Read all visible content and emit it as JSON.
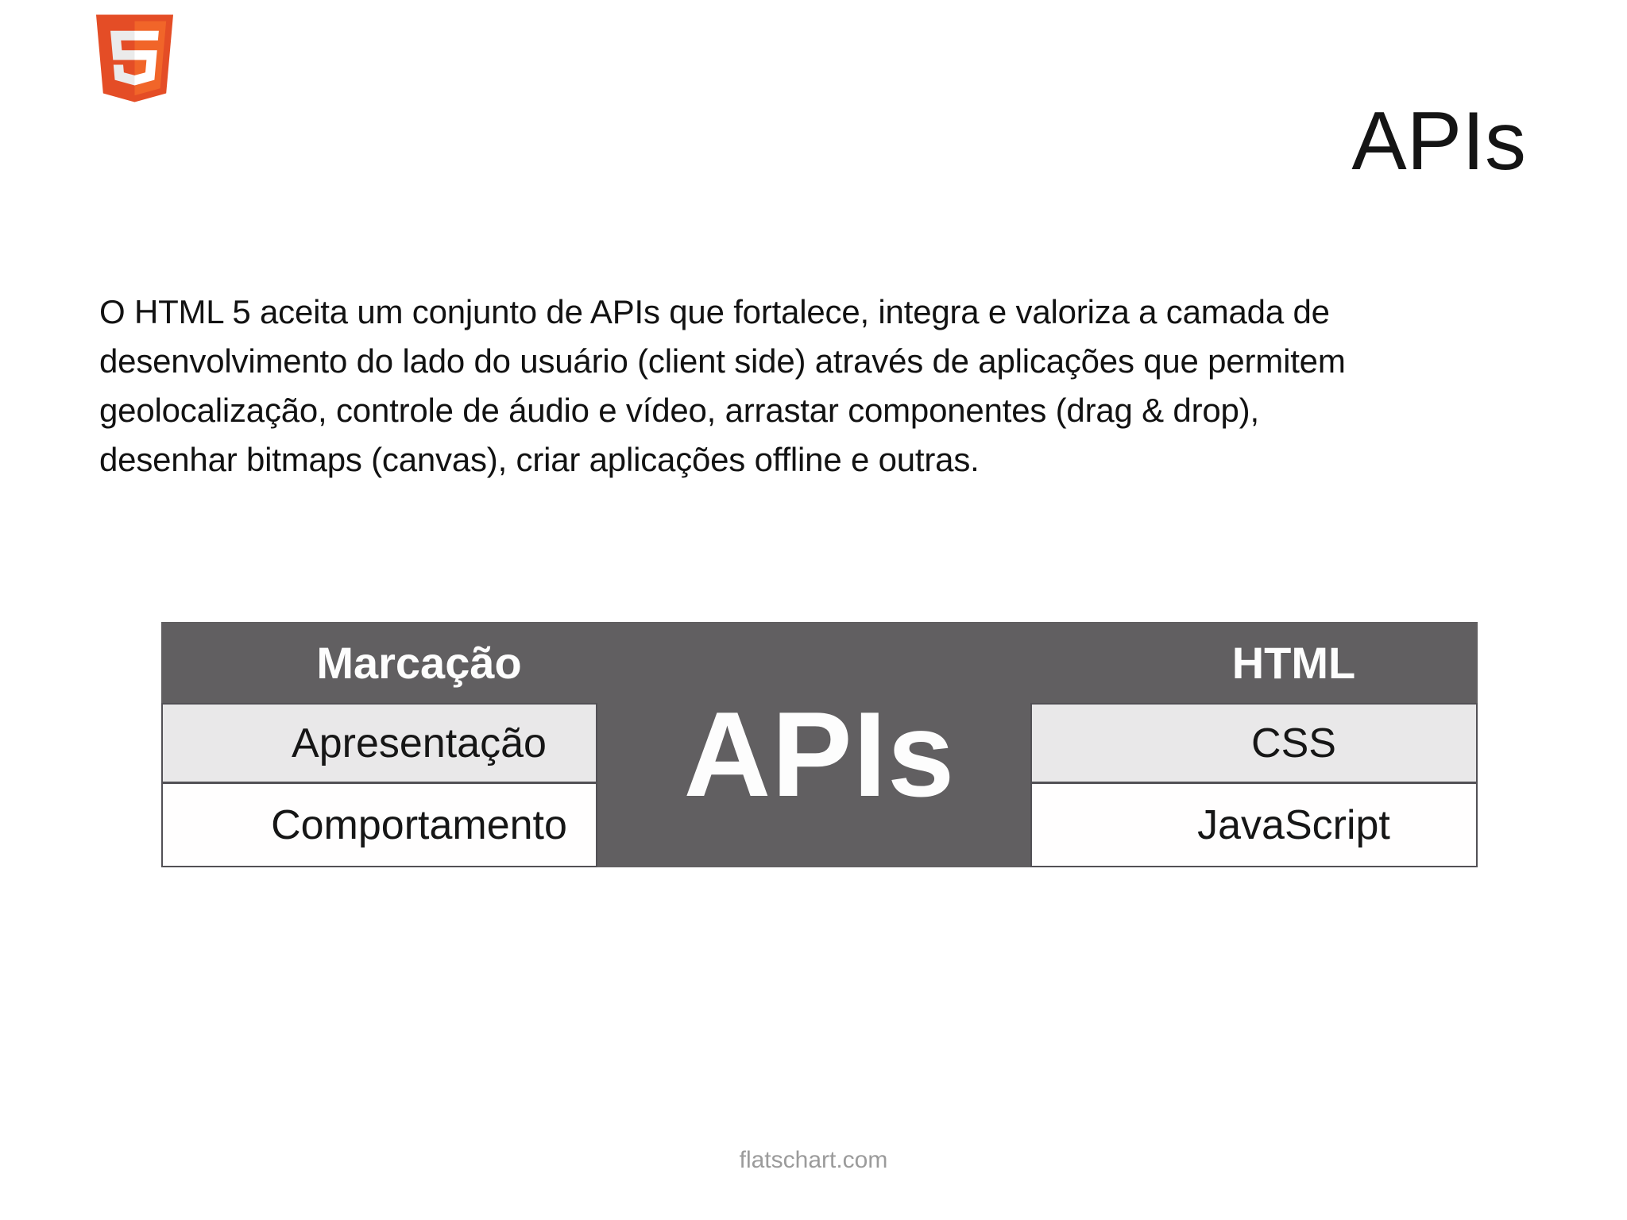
{
  "title": "APIs",
  "logo": {
    "name": "HTML5 shield logo",
    "colors": {
      "shield_left": "#E44D26",
      "shield_right": "#F16529",
      "five_shadow": "#EBEBEB",
      "five_light": "#FFFFFF"
    }
  },
  "intro": {
    "lines": [
      "O HTML 5 aceita um conjunto de APIs que fortalece, integra e valoriza a camada de",
      "desenvolvimento do lado do usuário (client side) através de aplicações que permitem",
      "geolocalização, controle de áudio e vídeo, arrastar componentes (drag & drop),",
      "desenhar bitmaps (canvas), criar aplicações offline e outras."
    ]
  },
  "diagram": {
    "center_label": "APIs",
    "left_column": {
      "header": "Marcação",
      "rows": [
        "Apresentação",
        "Comportamento"
      ]
    },
    "right_column": {
      "header": "HTML",
      "rows": [
        "CSS",
        "JavaScript"
      ]
    },
    "colors": {
      "panel": "#615f61",
      "row_alt": "#e9e8e9",
      "row_default": "#ffffff",
      "border": "#525055",
      "header_text": "#ffffff",
      "row_text": "#161616"
    }
  },
  "footer": "flatschart.com"
}
